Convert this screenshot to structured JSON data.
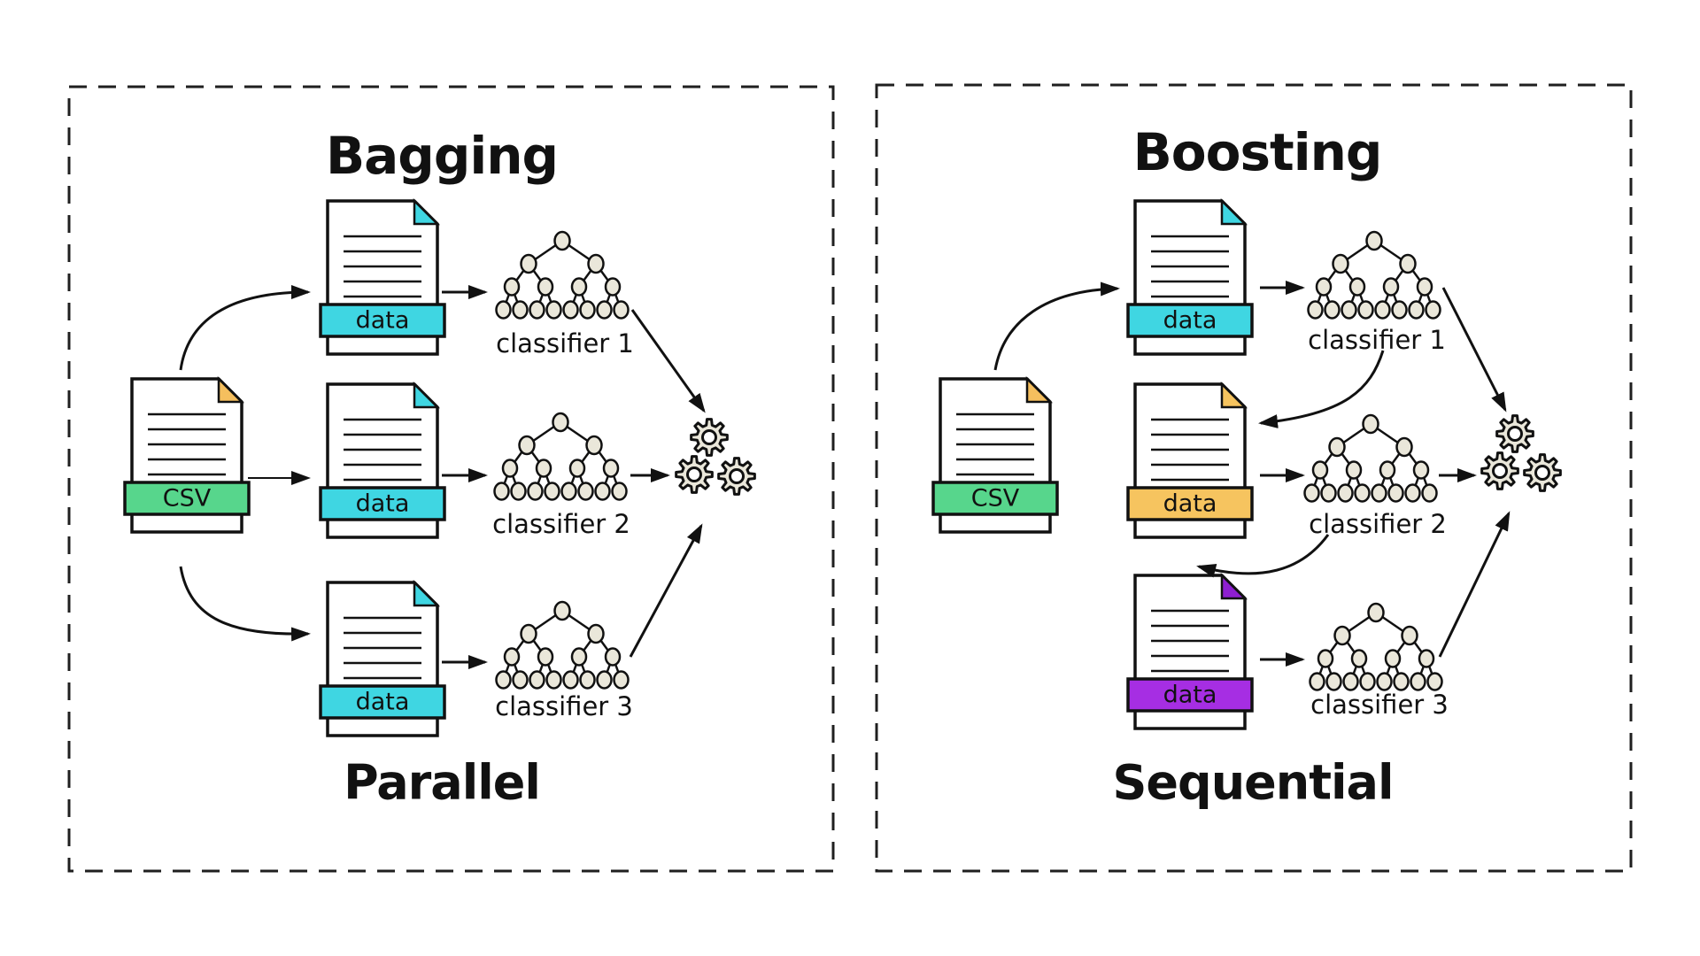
{
  "diagram": {
    "left": {
      "title": "Bagging",
      "mode": "Parallel",
      "csv": {
        "label": "CSV",
        "band": "#57d68c",
        "fold": "#f5bf5e"
      },
      "files": [
        {
          "label": "data",
          "band": "#3fd6e2",
          "fold": "#3fd6e2"
        },
        {
          "label": "data",
          "band": "#3fd6e2",
          "fold": "#3fd6e2"
        },
        {
          "label": "data",
          "band": "#3fd6e2",
          "fold": "#3fd6e2"
        }
      ],
      "classifiers": [
        "classifier 1",
        "classifier 2",
        "classifier 3"
      ]
    },
    "right": {
      "title": "Boosting",
      "mode": "Sequential",
      "csv": {
        "label": "CSV",
        "band": "#57d68c",
        "fold": "#f5bf5e"
      },
      "files": [
        {
          "label": "data",
          "band": "#3fd6e2",
          "fold": "#3fd6e2"
        },
        {
          "label": "data",
          "band": "#f6c45f",
          "fold": "#f6c45f"
        },
        {
          "label": "data",
          "band": "#a62ee3",
          "fold": "#8e1fd1"
        }
      ],
      "classifiers": [
        "classifier 1",
        "classifier 2",
        "classifier 3"
      ]
    },
    "colors": {
      "stroke": "#111111",
      "panel_border": "#1f1f1f",
      "node_fill": "#eae7da",
      "gear_fill": "#eae7da",
      "page_fill": "#ffffff",
      "background": "#ffffff"
    }
  }
}
